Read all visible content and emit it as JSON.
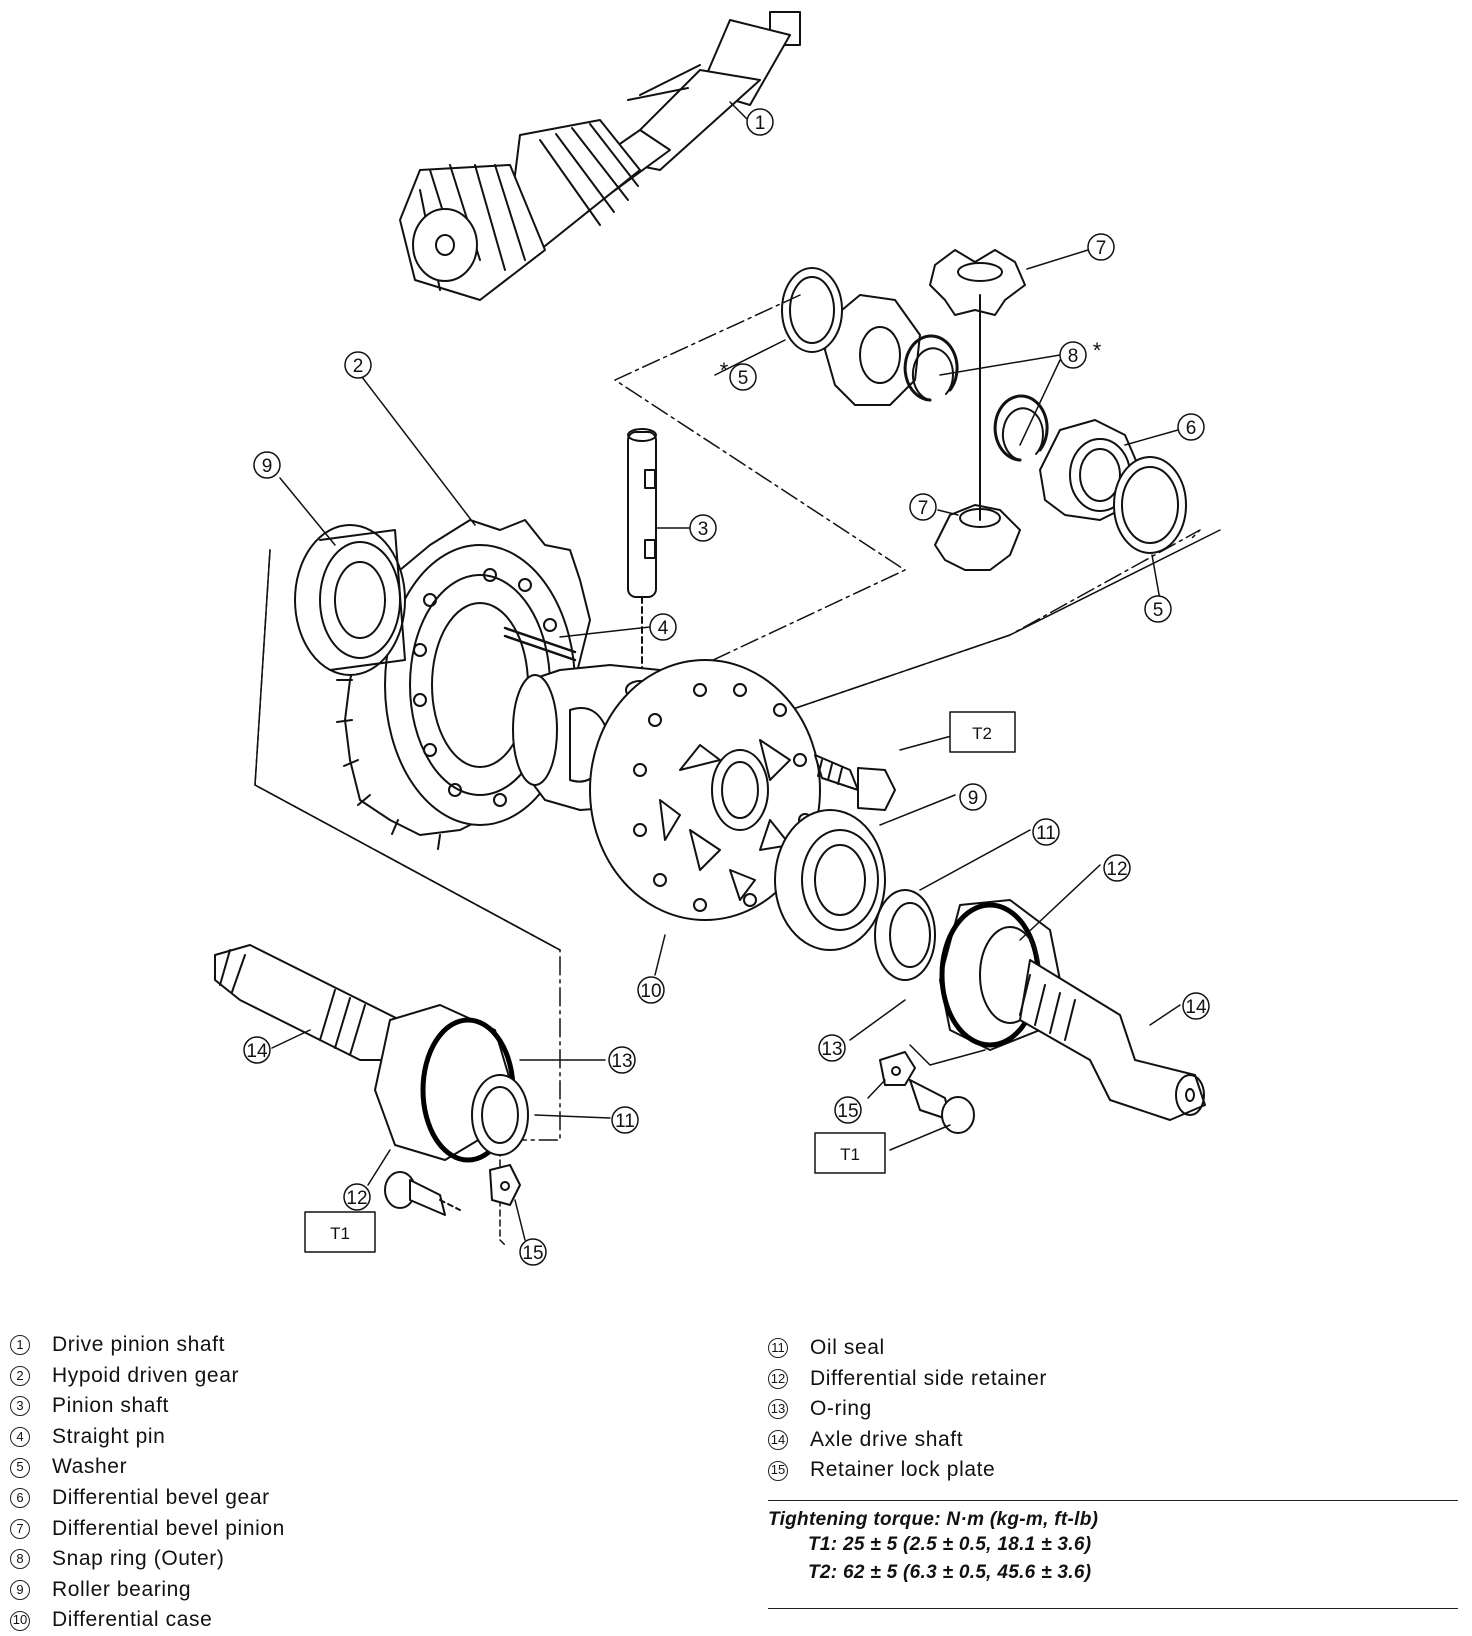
{
  "callouts": {
    "c1": "1",
    "c2": "2",
    "c3": "3",
    "c4": "4",
    "c5a": "5",
    "c5b": "5",
    "c6": "6",
    "c7a": "7",
    "c7b": "7",
    "c8": "8",
    "c9a": "9",
    "c9b": "9",
    "c10": "10",
    "c11a": "11",
    "c11b": "11",
    "c12a": "12",
    "c12b": "12",
    "c13a": "13",
    "c13b": "13",
    "c14a": "14",
    "c14b": "14",
    "c15a": "15",
    "c15b": "15",
    "asterisk": "*"
  },
  "torque_boxes": {
    "t2": "T2",
    "t1_left": "T1",
    "t1_right": "T1"
  },
  "legend_left": [
    {
      "num": "1",
      "label": "Drive pinion shaft"
    },
    {
      "num": "2",
      "label": "Hypoid driven gear"
    },
    {
      "num": "3",
      "label": "Pinion shaft"
    },
    {
      "num": "4",
      "label": "Straight pin"
    },
    {
      "num": "5",
      "label": "Washer"
    },
    {
      "num": "6",
      "label": "Differential bevel gear"
    },
    {
      "num": "7",
      "label": "Differential bevel pinion"
    },
    {
      "num": "8",
      "label": "Snap ring (Outer)"
    },
    {
      "num": "9",
      "label": "Roller bearing"
    },
    {
      "num": "10",
      "label": "Differential case"
    }
  ],
  "legend_right": [
    {
      "num": "11",
      "label": "Oil seal"
    },
    {
      "num": "12",
      "label": "Differential side retainer"
    },
    {
      "num": "13",
      "label": "O-ring"
    },
    {
      "num": "14",
      "label": "Axle drive shaft"
    },
    {
      "num": "15",
      "label": "Retainer lock plate"
    }
  ],
  "torque_spec": {
    "title": "Tightening torque: N·m (kg-m, ft-lb)",
    "t1": "T1: 25 ± 5 (2.5 ± 0.5, 18.1 ± 3.6)",
    "t2": "T2: 62 ± 5 (6.3 ± 0.5, 45.6 ± 3.6)"
  }
}
